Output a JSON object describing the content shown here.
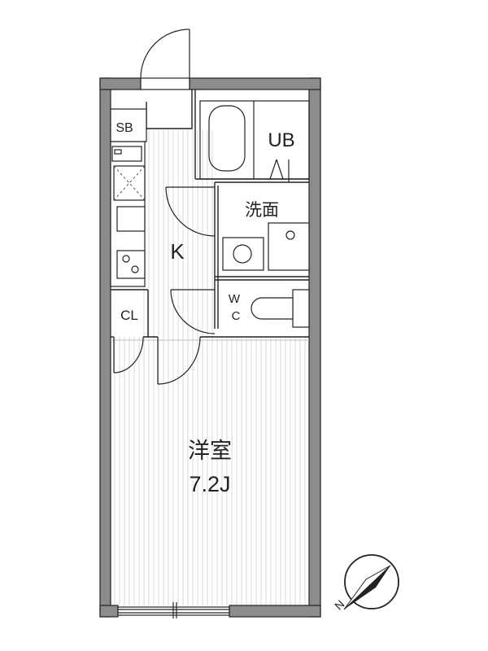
{
  "rooms": {
    "storage_box": "SB",
    "unit_bath": "UB",
    "washroom": "洗面",
    "kitchen": "K",
    "closet": "CL",
    "toilet_line1": "W",
    "toilet_line2": "C",
    "western_room": "洋室",
    "western_room_size": "7.2J"
  },
  "compass": {
    "north_label": "N"
  },
  "colors": {
    "wall": "#8a8a8a",
    "line": "#222222",
    "hatch": "#d6d6d6"
  }
}
